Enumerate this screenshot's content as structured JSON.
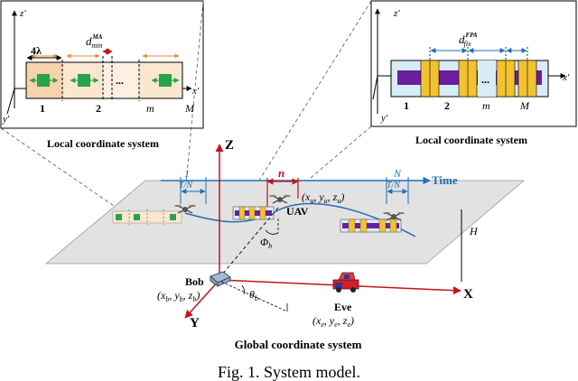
{
  "colors": {
    "blue": "#1f6fb5",
    "red": "#c0151a",
    "orange": "#f08a2a",
    "green": "#27a34a",
    "pale_orange": "#fbe6cf",
    "purple": "#6a1fa0",
    "gold": "#f2c230",
    "light_blue": "#d7ecf7",
    "plane": "#e2e2e2"
  },
  "left_panel": {
    "axis_z": "z'",
    "axis_x": "x'",
    "axis_y": "y'",
    "spacing_label": "4λ",
    "dmin": "d",
    "dmin_sup": "MA",
    "dmin_sub": "min",
    "index_1": "1",
    "index_2": "2",
    "dots": "...",
    "index_m": "m",
    "index_M": "M",
    "caption": "Local coordinate system"
  },
  "right_panel": {
    "axis_z": "z'",
    "axis_x": "x'",
    "axis_y": "y'",
    "dfix": "d",
    "dfix_sup": "FPA",
    "dfix_sub": "fix",
    "index_1": "1",
    "index_2": "2",
    "dots": "...",
    "index_m": "m",
    "index_M": "M",
    "caption": "Local coordinate system"
  },
  "global": {
    "axis_Z": "Z",
    "axis_X": "X",
    "axis_Y": "Y",
    "slot_1": "1",
    "slot_n": "n",
    "slot_N": "N",
    "time_label": "Time",
    "tn_left": "T/N",
    "tn_right": "T/N",
    "uav_coord": "(xu, yu, zu)",
    "uav_label": "UAV",
    "phi": "Φb",
    "height": "H",
    "bob": "Bob",
    "bob_coord": "(xb, yb, zb)",
    "theta": "θb",
    "eve": "Eve",
    "eve_coord": "(xe, ye, ze)",
    "caption": "Global coordinate system"
  },
  "figure_caption": "Fig. 1. System model."
}
